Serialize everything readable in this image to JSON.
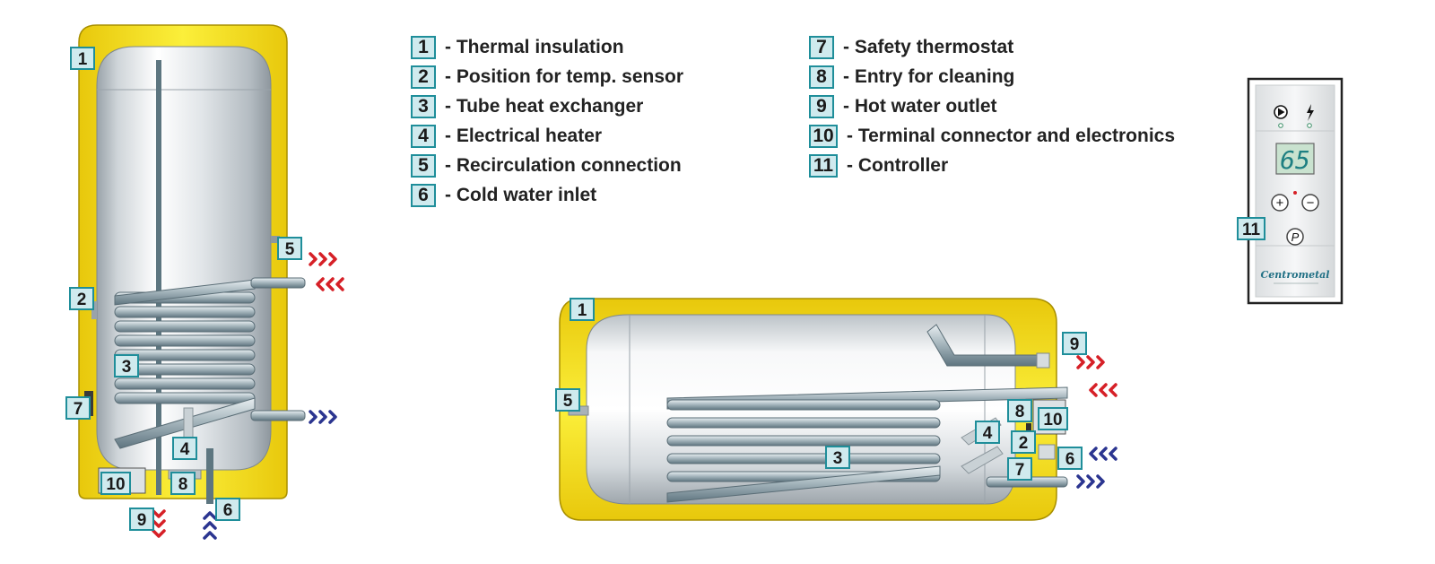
{
  "legend_left": [
    {
      "num": "1",
      "text": "- Thermal insulation"
    },
    {
      "num": "2",
      "text": "- Position for temp. sensor"
    },
    {
      "num": "3",
      "text": "- Tube heat exchanger"
    },
    {
      "num": "4",
      "text": "- Electrical heater"
    },
    {
      "num": "5",
      "text": "- Recirculation connection"
    },
    {
      "num": "6",
      "text": "- Cold water inlet"
    }
  ],
  "legend_right": [
    {
      "num": "7",
      "text": "- Safety thermostat"
    },
    {
      "num": "8",
      "text": "- Entry for cleaning"
    },
    {
      "num": "9",
      "text": "- Hot water outlet"
    },
    {
      "num": "10",
      "text": "- Terminal connector and electronics"
    },
    {
      "num": "11",
      "text": "- Controller"
    }
  ],
  "controller": {
    "display_value": "65",
    "plus_symbol": "+",
    "minus_symbol": "−",
    "program_symbol": "P",
    "brand_logo": "Centrometal"
  },
  "callouts": {
    "v1": "1",
    "v2": "2",
    "v3": "3",
    "v4": "4",
    "v5": "5",
    "v6": "6",
    "v7": "7",
    "v8": "8",
    "v9": "9",
    "v10": "10",
    "h1": "1",
    "h2": "2",
    "h3": "3",
    "h4": "4",
    "h5": "5",
    "h6": "6",
    "h7": "7",
    "h8": "8",
    "h9": "9",
    "h10": "10",
    "c11": "11"
  },
  "colors": {
    "insulation": "#f6e21a",
    "callout_border": "#1f8e9a",
    "callout_fill": "#cfeaee",
    "hot_arrow": "#d62027",
    "cold_arrow": "#2b3590",
    "display_digits": "#1e7f82"
  },
  "icons": [
    "pump-icon",
    "lightning-icon",
    "led-indicator-icon"
  ]
}
